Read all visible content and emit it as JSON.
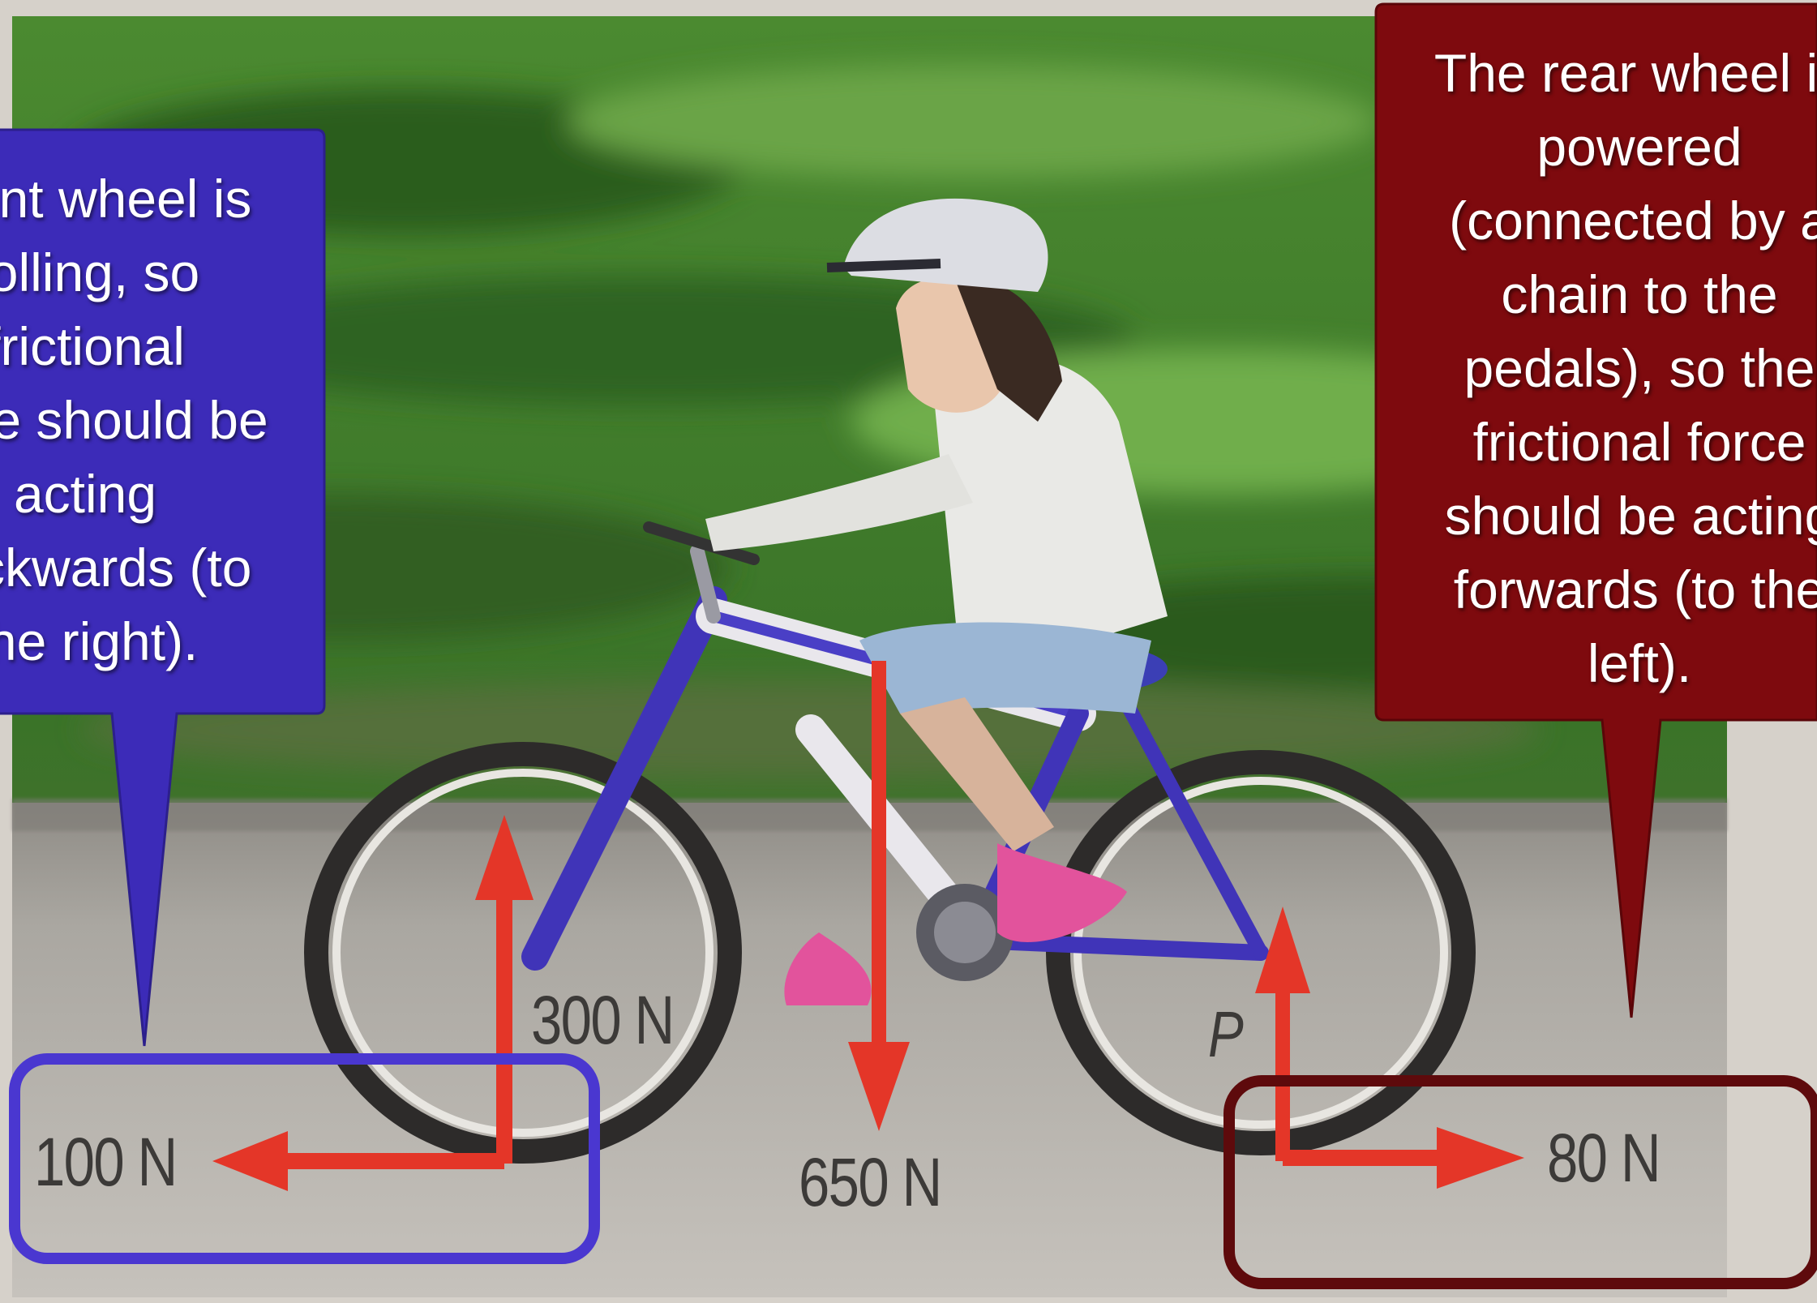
{
  "callouts": {
    "front": {
      "color": "#3c2bb8",
      "lines": [
        "Front wheel is",
        "rolling, so",
        "frictional",
        "force should be",
        "acting",
        "backwards (to",
        "the right)."
      ]
    },
    "rear": {
      "color": "#7e0a0e",
      "lines": [
        "The rear wheel is",
        "powered",
        "(connected by a",
        "chain to the",
        "pedals), so the",
        "frictional force",
        "should be acting",
        "forwards (to the",
        "left)."
      ]
    }
  },
  "force_labels": {
    "front_horizontal": "100 N",
    "front_vertical": "300 N",
    "weight": "650 N",
    "rear_horizontal": "80 N",
    "rear_point": "P"
  },
  "colors": {
    "arrow": "#e43628",
    "front_box": "#4a37d0",
    "rear_box": "#5e0a0c",
    "grass": "#3f7a2a",
    "road": "#b9b4ad"
  }
}
